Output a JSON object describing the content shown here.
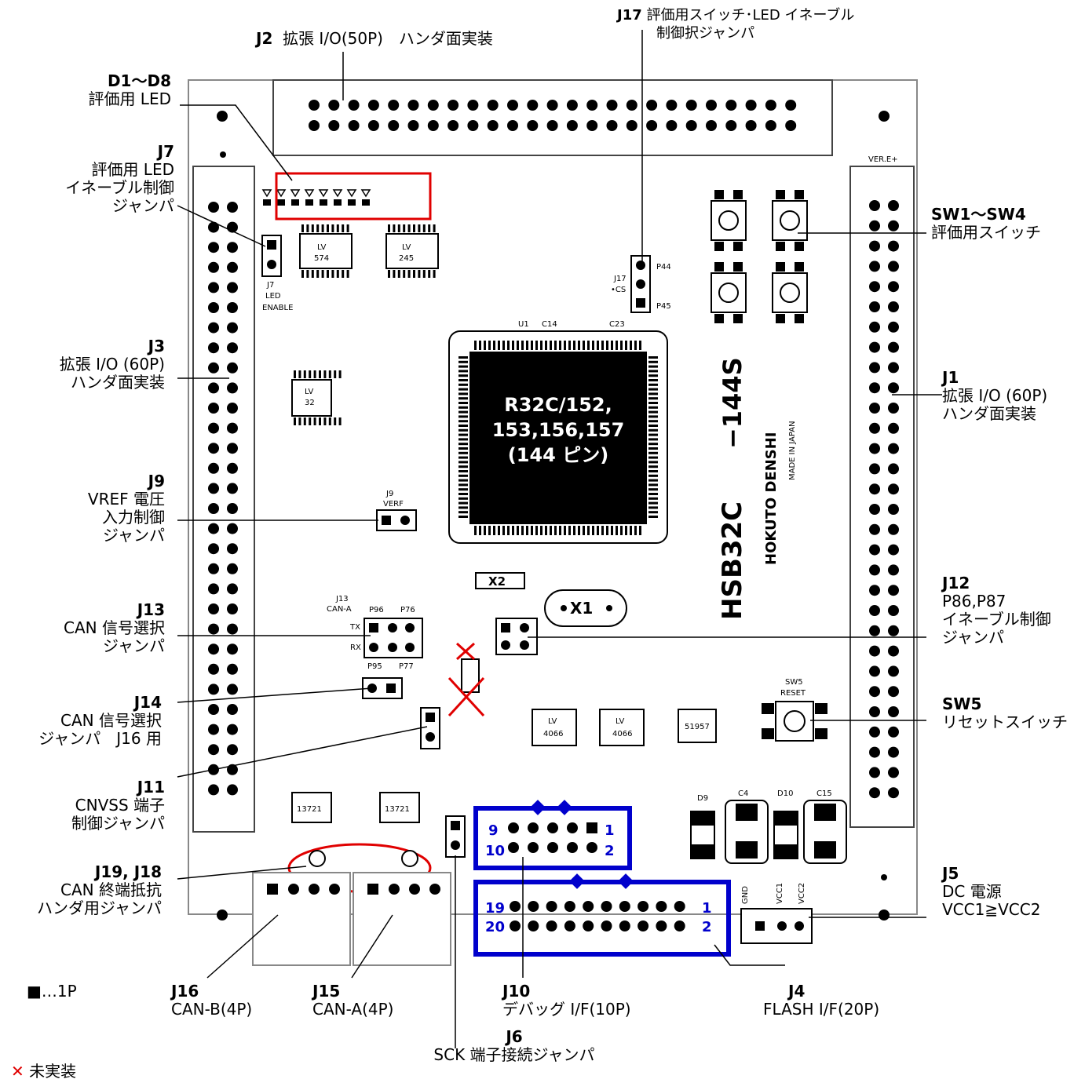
{
  "labels": {
    "j2": {
      "id": "J2",
      "text": "拡張 I/O(50P)　ハンダ面実装"
    },
    "j17": {
      "id": "J17",
      "line1": "評価用スイッチ･LED イネーブル",
      "line2": "制御択ジャンパ"
    },
    "d1d8": {
      "id": "D1～D8",
      "text": "評価用 LED"
    },
    "j7": {
      "id": "J7",
      "line1": "評価用 LED",
      "line2": "イネーブル制御",
      "line3": "ジャンパ"
    },
    "sw14": {
      "id": "SW1～SW4",
      "text": "評価用スイッチ"
    },
    "j3": {
      "id": "J3",
      "line1": "拡張 I/O  (60P)",
      "line2": "ハンダ面実装"
    },
    "j1": {
      "id": "J1",
      "line1": "拡張 I/O (60P)",
      "line2": "ハンダ面実装"
    },
    "j9": {
      "id": "J9",
      "line1": "VREF 電圧",
      "line2": "入力制御",
      "line3": "ジャンパ"
    },
    "j12": {
      "id": "J12",
      "line1": "P86,P87",
      "line2": "イネーブル制御",
      "line3": "ジャンパ"
    },
    "j13": {
      "id": "J13",
      "line1": "CAN 信号選択",
      "line2": "ジャンパ"
    },
    "sw5": {
      "id": "SW5",
      "text": "リセットスイッチ"
    },
    "j14": {
      "id": "J14",
      "line1": "CAN 信号選択",
      "line2": "ジャンパ　J16 用"
    },
    "j11": {
      "id": "J11",
      "line1": "CNVSS 端子",
      "line2": "制御ジャンパ"
    },
    "j1918": {
      "id": "J19, J18",
      "line1": "CAN 終端抵抗",
      "line2": "ハンダ用ジャンパ"
    },
    "j5": {
      "id": "J5",
      "line1": "DC 電源",
      "line2": "VCC1≧VCC2"
    },
    "j16": {
      "id": "J16",
      "text": "CAN-B(4P)"
    },
    "j15": {
      "id": "J15",
      "text": "CAN-A(4P)"
    },
    "j10": {
      "id": "J10",
      "text": "デバッグ I/F(10P)"
    },
    "j4": {
      "id": "J4",
      "text": "FLASH I/F(20P)"
    },
    "j6": {
      "id": "J6",
      "text": "SCK 端子接続ジャンパ"
    }
  },
  "legend": {
    "pin1": "■…1P",
    "not_mounted_mark": "✕",
    "not_mounted": "未実装"
  },
  "chip": {
    "line1": "R32C/152,",
    "line2": "153,156,157",
    "line3": "(144 ピン)"
  },
  "board": {
    "model": "HSB32C",
    "suffix": "−144S",
    "maker": "HOKUTO DENSHI",
    "made_in": "MADE IN JAPAN",
    "ver": "VER.E+"
  },
  "pins": {
    "j10_9": "9",
    "j10_10": "10",
    "j10_1": "1",
    "j10_2": "2",
    "j4_19": "19",
    "j4_20": "20",
    "j4_1": "1",
    "j4_2": "2",
    "x1": "X1",
    "x2": "X2"
  },
  "colors": {
    "highlight_red": "#e00000",
    "highlight_blue": "#0000cc"
  }
}
